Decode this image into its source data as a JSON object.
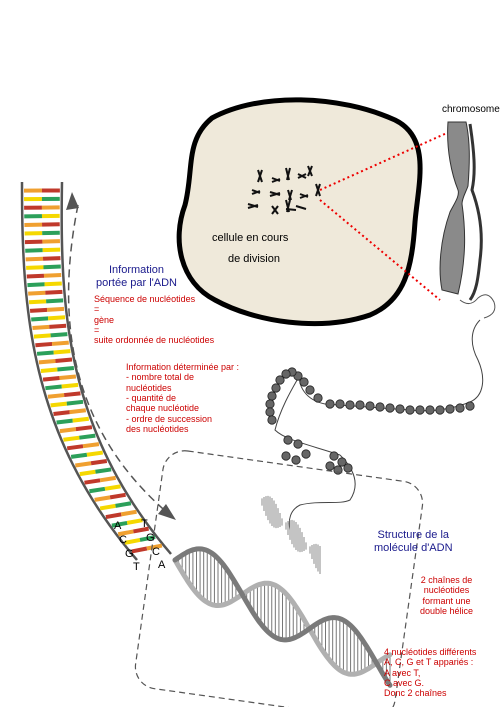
{
  "labels": {
    "chromosome": "chromosome",
    "cell": [
      "cellule en cours",
      "de division"
    ],
    "info_title": [
      "Information",
      "portée par l'ADN"
    ],
    "sequence": [
      "Séquence de nucléotides",
      "=",
      "gène",
      "=",
      "suite ordonnée de nucléotides"
    ],
    "determined": [
      "Information déterminée par :",
      "- nombre total de",
      "nucléotides",
      "- quantité de",
      "chaque nucléotide",
      "- ordre de succession",
      "des nucléotides"
    ],
    "structure_title": [
      "Structure de la",
      "molécule d'ADN"
    ],
    "two_chains": [
      "2 chaînes de",
      "nucléotides",
      "formant une",
      "double hélice"
    ],
    "four_nucleotides": [
      "4 nucléotides différents",
      "A, C, G et T appariés :",
      "A avec T,",
      "C avec G.",
      "Donc 2 chaînes"
    ],
    "bases": [
      "A",
      "T",
      "C",
      "G",
      "G",
      "C",
      "T",
      "A"
    ]
  },
  "colors": {
    "cell_fill": "#efe9da",
    "chromosome": "#8a8a8a",
    "dotted_line": "#ee0000",
    "text_red": "#cc0000",
    "text_blue": "#1a1a8c",
    "base_green": "#2ca05a",
    "base_red": "#c0392b",
    "base_yellow": "#f5d800",
    "base_orange": "#f0a030"
  }
}
